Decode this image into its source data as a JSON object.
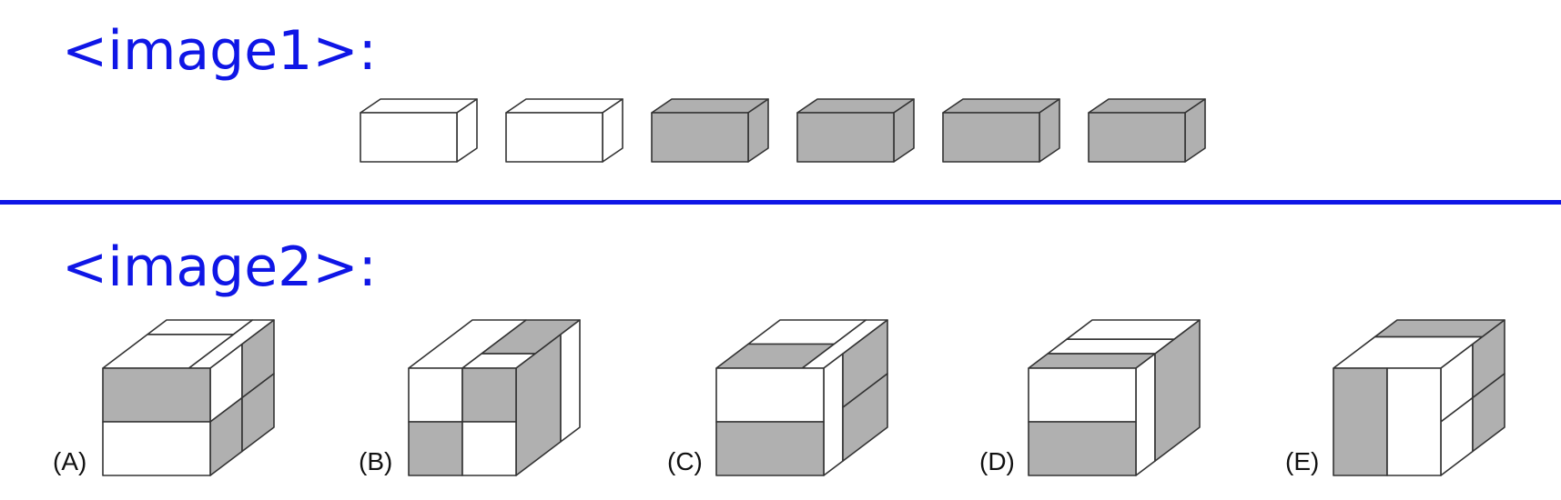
{
  "headings": {
    "image1": "<image1>:",
    "image2": "<image2>:"
  },
  "colors": {
    "accent": "#0f16e6",
    "gray": "#b0b0b0",
    "white": "#ffffff",
    "edge": "#333333"
  },
  "pieces": [
    {
      "fill": "white"
    },
    {
      "fill": "white"
    },
    {
      "fill": "gray"
    },
    {
      "fill": "gray"
    },
    {
      "fill": "gray"
    },
    {
      "fill": "gray"
    }
  ],
  "options": [
    {
      "label": "(A)"
    },
    {
      "label": "(B)"
    },
    {
      "label": "(C)"
    },
    {
      "label": "(D)"
    },
    {
      "label": "(E)"
    }
  ]
}
